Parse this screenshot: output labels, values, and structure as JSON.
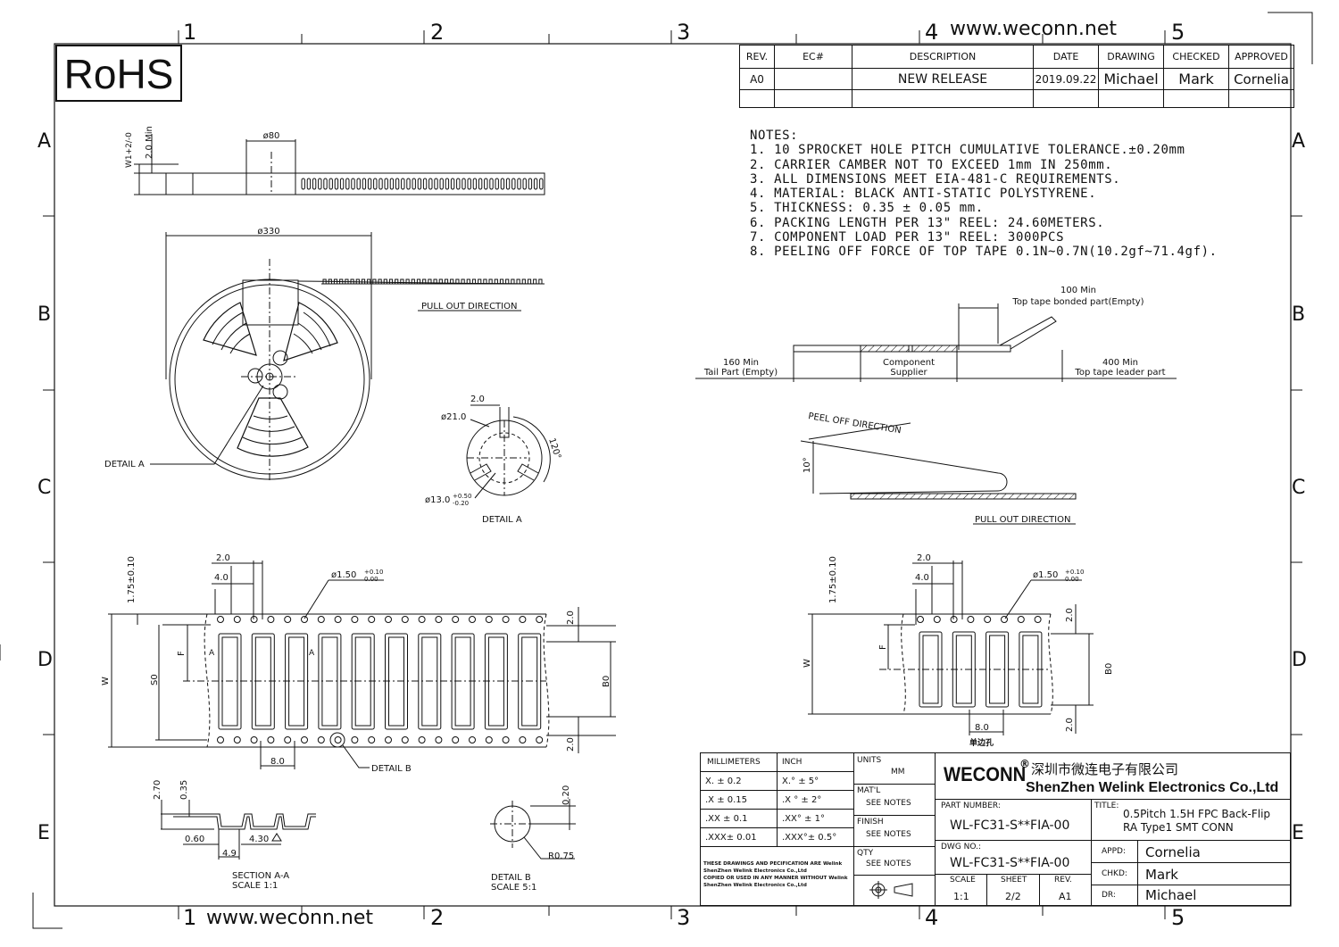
{
  "watermark_top": "www.weconn.net",
  "watermark_bottom": "www.weconn.net",
  "rohs": "RoHS",
  "zones": {
    "columns": [
      "1",
      "2",
      "3",
      "4",
      "5"
    ],
    "rows": [
      "A",
      "B",
      "C",
      "D",
      "E"
    ]
  },
  "revision_table": {
    "headers": [
      "REV.",
      "EC#",
      "DESCRIPTION",
      "DATE",
      "DRAWING",
      "CHECKED",
      "APPROVED"
    ],
    "row": [
      "A0",
      "",
      "NEW RELEASE",
      "2019.09.22",
      "Michael",
      "Mark",
      "Cornelia"
    ]
  },
  "notes": {
    "title": "NOTES:",
    "items": [
      "1. 10 SPROCKET HOLE PITCH CUMULATIVE TOLERANCE.±0.20mm",
      "2. CARRIER CAMBER NOT TO EXCEED 1mm IN 250mm.",
      "3. ALL DIMENSIONS MEET EIA-481-C REQUIREMENTS.",
      "4. MATERIAL: BLACK ANTI-STATIC POLYSTYRENE.",
      "5. THICKNESS: 0.35 ± 0.05 mm.",
      "6. PACKING LENGTH PER 13\" REEL: 24.60METERS.",
      "7. COMPONENT LOAD PER 13\" REEL: 3000PCS",
      "8. PEELING OFF FORCE OF TOP TAPE 0.1N~0.7N(10.2gf~71.4gf)."
    ]
  },
  "reel": {
    "hub_dim": "ø80",
    "dia_dim": "ø330",
    "w_dim": "W1+2/-0",
    "min_dim": "2.0 Min",
    "detail_a_callout": "DETAIL A",
    "pull_out": "PULL OUT DIRECTION"
  },
  "detail_a": {
    "d21": "ø21.0",
    "w2": "2.0",
    "ang": "120°",
    "d13": "ø13.0",
    "d13_tol_up": "+0.50",
    "d13_tol_dn": "-0.20",
    "title": "DETAIL A"
  },
  "tape_layout": {
    "min100": "100 Min",
    "top_bonded": "Top tape bonded part(Empty)",
    "min160": "160 Min",
    "tail": "Tail Part (Empty)",
    "component": "Component",
    "supplier": "Supplier",
    "min400": "400 Min",
    "leader": "Top tape leader part"
  },
  "peel": {
    "label": "PEEL OFF DIRECTION",
    "angle": "10°",
    "pull_out": "PULL OUT DIRECTION"
  },
  "tape_view": {
    "d175": "1.75±0.10",
    "d20": "2.0",
    "d40": "4.0",
    "hole": "ø1.50",
    "hole_tol_up": "+0.10",
    "hole_tol_dn": "0.00",
    "p80": "8.0",
    "w": "W",
    "s0": "S0",
    "f": "F",
    "b0": "B0",
    "a": "A",
    "detail_b_callout": "DETAIL B",
    "single_side_hole": "单边孔"
  },
  "section_aa": {
    "d270": "2.70",
    "d035": "0.35",
    "d060": "0.60",
    "d430": "4.30",
    "d49": "4.9",
    "title": "SECTION A-A",
    "scale": "SCALE    1:1"
  },
  "detail_b": {
    "d020": "0.20",
    "r075": "R0.75",
    "title": "DETAIL  B",
    "scale": "SCALE 5:1"
  },
  "tolerance": {
    "mm_header": "MILLIMETERS",
    "inch_header": "INCH",
    "mm": [
      "X.   ±  0.2",
      ".X   ± 0.15",
      ".XX  ± 0.1",
      ".XXX± 0.01"
    ],
    "inch": [
      "X.°   ±  5°",
      ".X °  ± 2°",
      ".XX°  ± 1°",
      ".XXX°± 0.5°"
    ],
    "disclaimer": [
      "THESE DRAWINGS AND PECIFICATION  ARE Welink",
      "ShenZhen Welink Electronics Co.,Ltd",
      " COPIED OR USED IN ANY MANNER WITHOUT Welink",
      "ShenZhen Welink Electronics Co.,Ltd"
    ]
  },
  "title_block": {
    "units_label": "UNITS",
    "units": "MM",
    "material_label": "MAT'L",
    "material": "SEE NOTES",
    "finish_label": "FINISH",
    "finish": "SEE NOTES",
    "qty_label": "QTY",
    "qty": "SEE NOTES",
    "brand": "WECONN",
    "reg": "®",
    "company_cn": "深圳市微连电子有限公司",
    "company_en": "ShenZhen Welink Electronics Co.,Ltd",
    "part_number_label": "PART NUMBER:",
    "part_number": "WL-FC31-S**FIA-00",
    "title_label": "TITLE:",
    "title_line1": "0.5Pitch 1.5H FPC Back-Flip",
    "title_line2": "RA Type1 SMT CONN",
    "dwg_label": "DWG NO.:",
    "dwg_no": "WL-FC31-S**FIA-00",
    "scale_label": "SCALE",
    "scale": "1:1",
    "sheet_label": "SHEET",
    "sheet": "2/2",
    "rev_label": "REV.",
    "rev": "A1",
    "appd_label": "APPD:",
    "appd": "Cornelia",
    "chkd_label": "CHKD:",
    "chkd": "Mark",
    "dr_label": "DR:",
    "dr": "Michael"
  }
}
